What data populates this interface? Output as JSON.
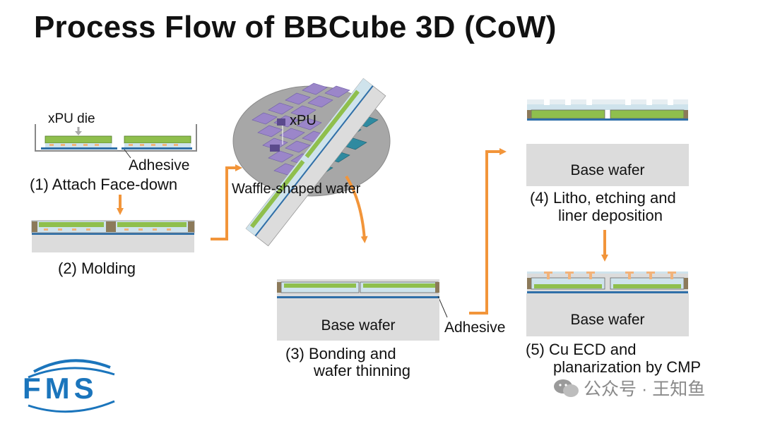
{
  "title": "Process Flow of BBCube 3D (CoW)",
  "labels": {
    "xpu_die": "xPU die",
    "adhesive_1": "Adhesive",
    "step1": "(1) Attach Face-down",
    "step2": "(2) Molding",
    "xpu": "xPU",
    "waffle": "Waffle-shaped wafer",
    "step3_line1": "(3) Bonding and",
    "step3_line2": "wafer thinning",
    "adhesive_3": "Adhesive",
    "base_wafer_3": "Base wafer",
    "base_wafer_4": "Base wafer",
    "step4_line1": "(4) Litho, etching and",
    "step4_line2": "liner deposition",
    "base_wafer_5": "Base wafer",
    "step5_line1": "(5) Cu ECD and",
    "step5_line2": "planarization by CMP"
  },
  "logo": {
    "text": "FMS",
    "color": "#1b75bc"
  },
  "watermark": "公众号 · 王知鱼",
  "colors": {
    "arrow": "#f2953a",
    "die_green": "#8fbf4d",
    "mold_blue": "#cfe3ec",
    "base_gray": "#dcdcdc",
    "wafer_gray": "#a9a9a9",
    "wafer_purple": "#9b86c9",
    "wafer_teal": "#2f8aa0"
  }
}
